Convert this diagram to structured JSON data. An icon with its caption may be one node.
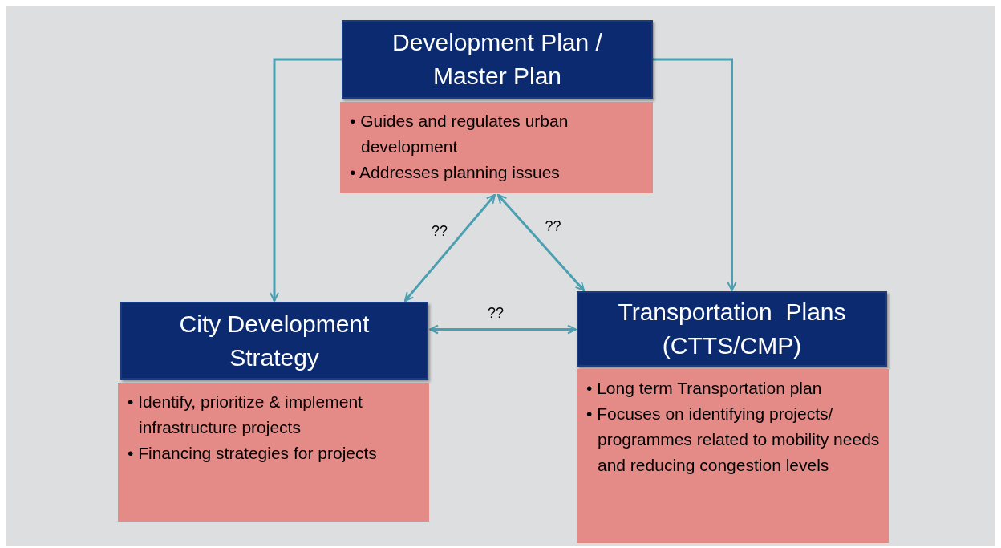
{
  "diagram": {
    "nodes": [
      {
        "text": [
          "Development Plan / Master Plan"
        ]
      },
      {
        "text": [
          "• Guides and regulates urban development",
          "• Addresses planning issues"
        ]
      },
      {
        "text": [
          "City Development Strategy"
        ]
      },
      {
        "text": [
          "• Identify, prioritize & implement infrastructure projects",
          "• Financing strategies for projects"
        ]
      },
      {
        "text": [
          "Transportation  Plans (CTTS/CMP)"
        ]
      },
      {
        "text": [
          "• Long term Transportation plan",
          "• Focuses on identifying projects/ programmes related to mobility needs and reducing congestion levels"
        ]
      }
    ],
    "edges": [
      {
        "from": 0,
        "to": 2,
        "arrow": "to"
      },
      {
        "from": 0,
        "to": 4,
        "arrow": "to"
      },
      {
        "from": 1,
        "to": 2,
        "arrow": "both",
        "label": "??"
      },
      {
        "from": 1,
        "to": 4,
        "arrow": "both",
        "label": "??"
      },
      {
        "from": 2,
        "to": 4,
        "arrow": "both",
        "label": "??"
      }
    ]
  }
}
